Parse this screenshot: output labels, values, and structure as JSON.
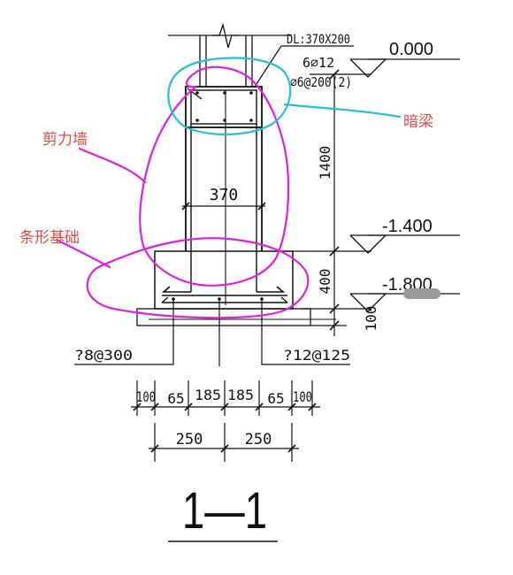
{
  "drawing": {
    "beam_label": "DL:370X200",
    "beam_main_bar": "6⌀12",
    "beam_stirrup": "⌀6@200(2)",
    "wall_width": "370",
    "elev_top": "0.000",
    "elev_mid": "-1.400",
    "elev_bot": "-1.800",
    "dim_1400": "1400",
    "dim_400": "400",
    "dim_100_v": "100",
    "rebar_left": "?8@300",
    "rebar_right": "?12@125",
    "dims_bottom": [
      "100",
      "65",
      "185",
      "185",
      "65",
      "100"
    ],
    "dims_total": [
      "250",
      "250"
    ],
    "section_title": "1—1"
  },
  "annotations": {
    "shear_wall": "剪力墙",
    "strip_foundation": "条形基础",
    "hidden_beam": "暗梁"
  },
  "colors": {
    "line": "#111111",
    "magenta": "#e020e0",
    "cyan": "#22c3cf",
    "annotation_text": "#e24a4a"
  }
}
